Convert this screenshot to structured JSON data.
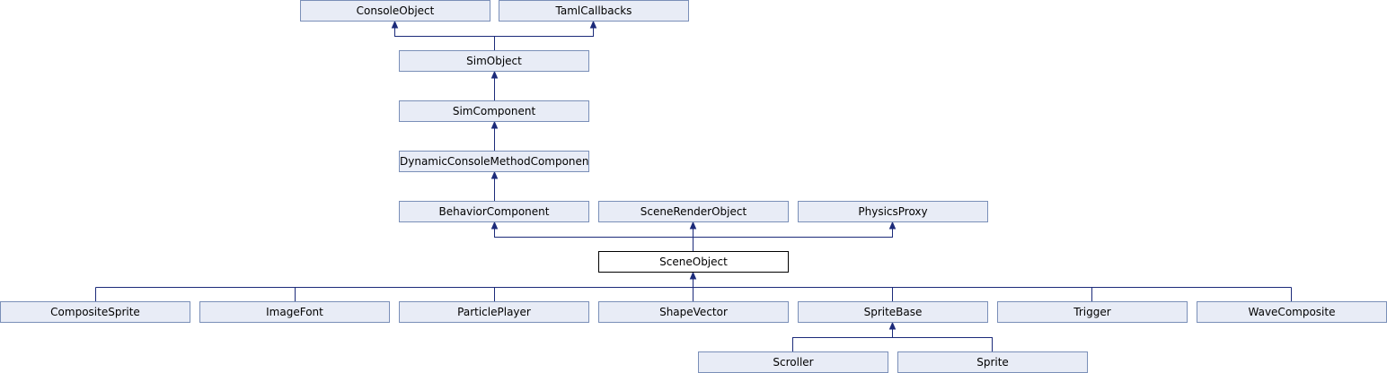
{
  "diagram": {
    "edge_color": "#1c2b7a",
    "node_fill": "#e8ecf6",
    "node_border": "#7a8fb8",
    "current_fill": "#ffffff",
    "current_border": "#000000",
    "nodes": {
      "console_object": "ConsoleObject",
      "taml_callbacks": "TamlCallbacks",
      "sim_object": "SimObject",
      "sim_component": "SimComponent",
      "dynamic_console_method_component": "DynamicConsoleMethodComponent",
      "behavior_component": "BehaviorComponent",
      "scene_render_object": "SceneRenderObject",
      "physics_proxy": "PhysicsProxy",
      "scene_object": "SceneObject",
      "composite_sprite": "CompositeSprite",
      "image_font": "ImageFont",
      "particle_player": "ParticlePlayer",
      "shape_vector": "ShapeVector",
      "sprite_base": "SpriteBase",
      "trigger": "Trigger",
      "wave_composite": "WaveComposite",
      "scroller": "Scroller",
      "sprite": "Sprite"
    },
    "inherits": [
      {
        "child": "sim_object",
        "parents": [
          "console_object",
          "taml_callbacks"
        ]
      },
      {
        "child": "sim_component",
        "parents": [
          "sim_object"
        ]
      },
      {
        "child": "dynamic_console_method_component",
        "parents": [
          "sim_component"
        ]
      },
      {
        "child": "behavior_component",
        "parents": [
          "dynamic_console_method_component"
        ]
      },
      {
        "child": "scene_object",
        "parents": [
          "behavior_component",
          "scene_render_object",
          "physics_proxy"
        ]
      },
      {
        "child": "composite_sprite",
        "parents": [
          "scene_object"
        ]
      },
      {
        "child": "image_font",
        "parents": [
          "scene_object"
        ]
      },
      {
        "child": "particle_player",
        "parents": [
          "scene_object"
        ]
      },
      {
        "child": "shape_vector",
        "parents": [
          "scene_object"
        ]
      },
      {
        "child": "sprite_base",
        "parents": [
          "scene_object"
        ]
      },
      {
        "child": "trigger",
        "parents": [
          "scene_object"
        ]
      },
      {
        "child": "wave_composite",
        "parents": [
          "scene_object"
        ]
      },
      {
        "child": "scroller",
        "parents": [
          "sprite_base"
        ]
      },
      {
        "child": "sprite",
        "parents": [
          "sprite_base"
        ]
      }
    ]
  }
}
